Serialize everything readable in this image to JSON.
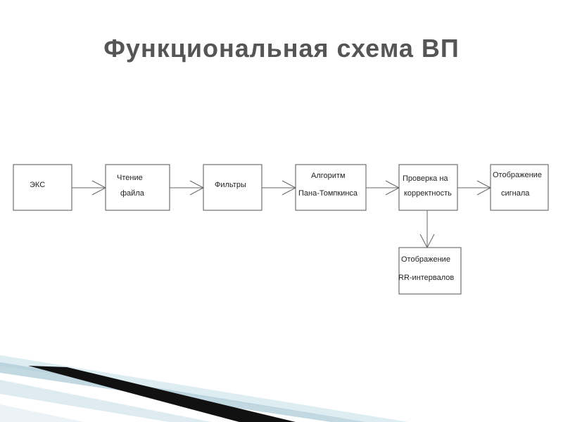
{
  "slide": {
    "title": "Функциональная схема ВП"
  },
  "diagram": {
    "blocks": [
      {
        "id": "eks",
        "lines": [
          "ЭКС"
        ]
      },
      {
        "id": "read",
        "lines": [
          "Чтение",
          "файла"
        ]
      },
      {
        "id": "filters",
        "lines": [
          "Фильтры"
        ]
      },
      {
        "id": "algorithm",
        "lines": [
          "Алгоритм",
          "Пана-Томпкинса"
        ]
      },
      {
        "id": "check",
        "lines": [
          "Проверка на",
          "корректность"
        ]
      },
      {
        "id": "display-signal",
        "lines": [
          "Отображение",
          "сигнала"
        ]
      },
      {
        "id": "display-rr",
        "lines": [
          "Отображение",
          "RR-интервалов"
        ]
      }
    ],
    "colors": {
      "stroke": "#555555",
      "title": "#555555",
      "arrow": "#777777"
    }
  }
}
